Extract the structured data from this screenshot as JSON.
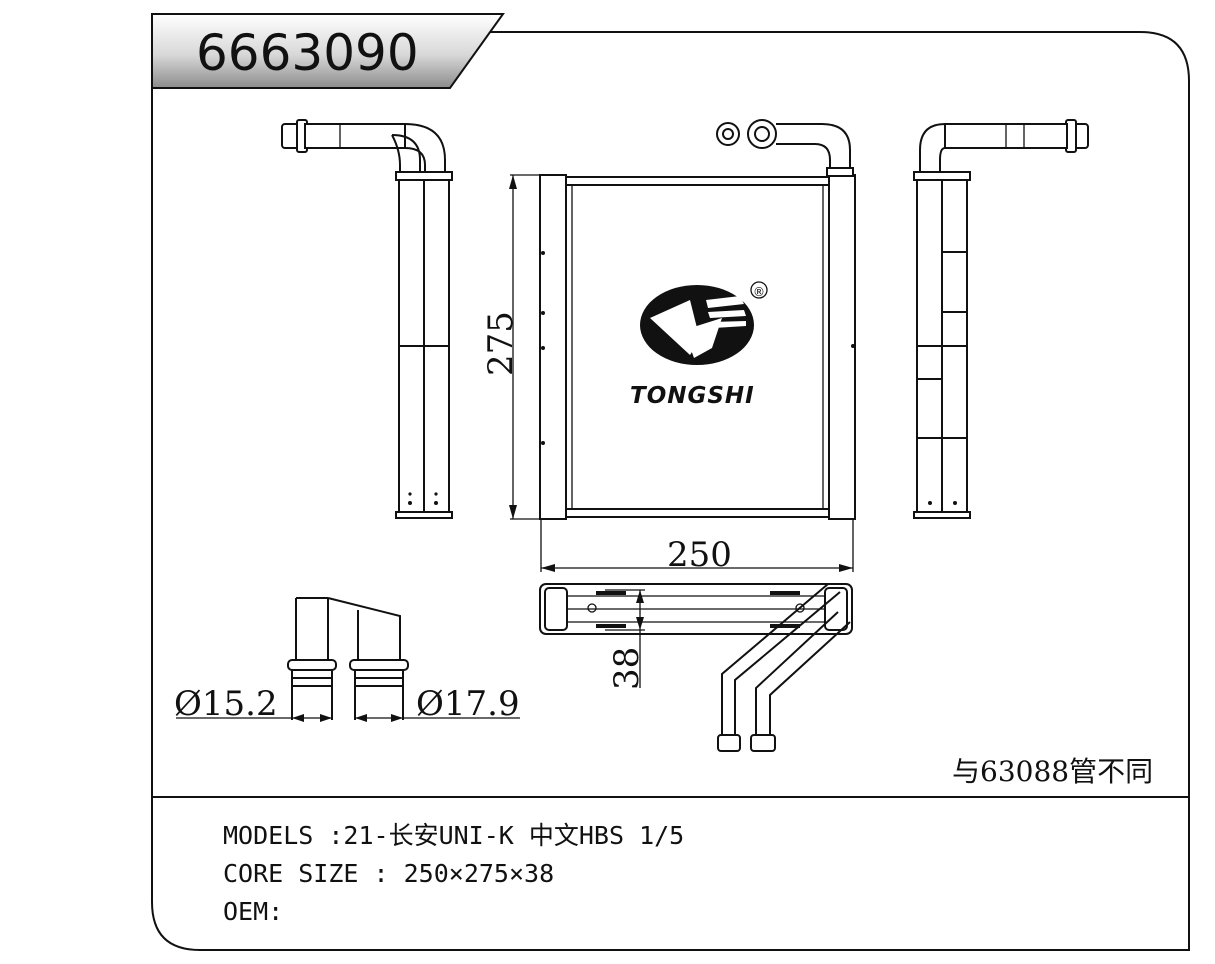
{
  "drawing": {
    "part_number": "6663090",
    "brand": "TONGSHI",
    "registered_mark": "®",
    "dimensions": {
      "height": "275",
      "width": "250",
      "depth": "38",
      "pipe_small": "Ø15.2",
      "pipe_large": "Ø17.9"
    },
    "note": "与63088管不同"
  },
  "specs": {
    "models": "MODELS :21-长安UNI-K 中文HBS 1/5",
    "core_size": "CORE SIZE : 250×275×38",
    "oem": "OEM:"
  }
}
